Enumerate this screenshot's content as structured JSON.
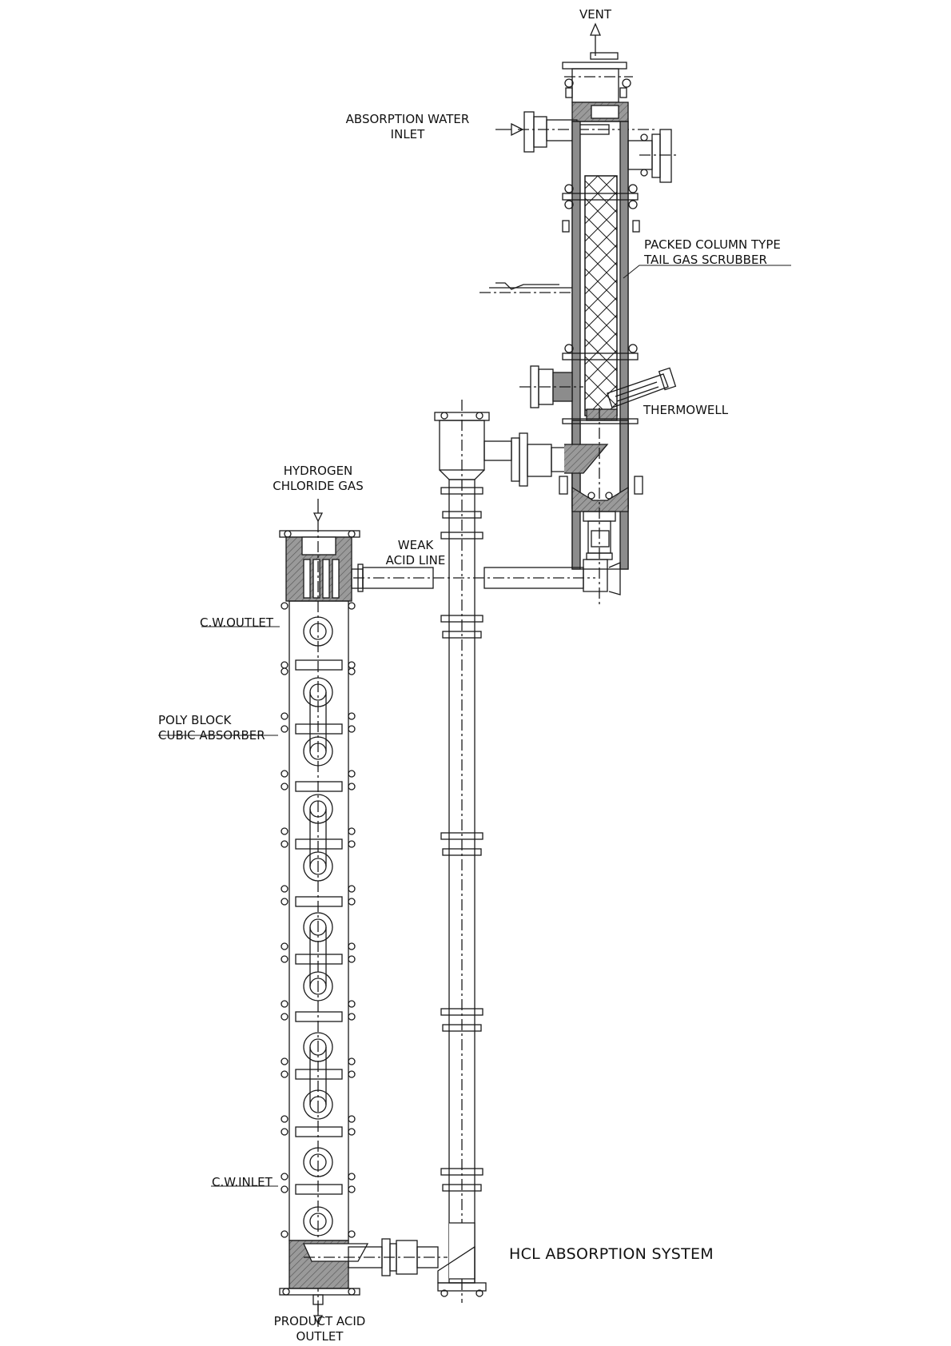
{
  "colors": {
    "ink": "#1a1a1a",
    "hatch_fill": "#bdbdbd",
    "section_fill": "#8c8c8c",
    "background": "#ffffff"
  },
  "labels": {
    "vent": "VENT",
    "absorption_water_inlet": [
      "ABSORPTION WATER",
      "INLET"
    ],
    "packed_column": [
      "PACKED COLUMN TYPE",
      "TAIL GAS SCRUBBER"
    ],
    "thermowell": "THERMOWELL",
    "hydrogen_chloride_gas": [
      "HYDROGEN",
      "CHLORIDE GAS"
    ],
    "weak_acid_line": [
      "WEAK",
      "ACID LINE"
    ],
    "cw_outlet": "C.W.OUTLET",
    "poly_block": [
      "POLY BLOCK",
      "CUBIC ABSORBER"
    ],
    "cw_inlet": "C.W.INLET",
    "product_acid_outlet": [
      "PRODUCT ACID",
      "OUTLET"
    ],
    "title": "HCL ABSORPTION SYSTEM"
  }
}
